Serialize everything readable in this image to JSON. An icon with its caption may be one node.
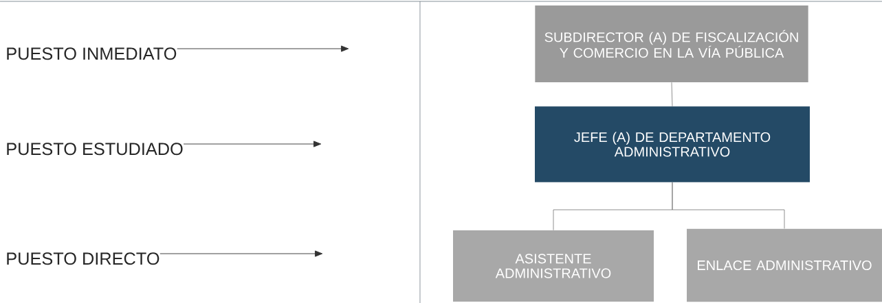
{
  "diagram": {
    "nodes": [
      {
        "text": [
          "PUESTO INMEDIATO"
        ]
      },
      {
        "text": [
          "PUESTO ESTUDIADO"
        ]
      },
      {
        "text": [
          "PUESTO DIRECTO"
        ]
      },
      {
        "text": [
          "SUBDIRECTOR (A) DE FISCALIZACIÓN Y COMERCIO EN LA VÍA PÚBLICA"
        ]
      },
      {
        "text": [
          "JEFE (A) DE DEPARTAMENTO ADMINISTRATIVO"
        ]
      },
      {
        "text": [
          "ASISTENTE ADMINISTRATIVO"
        ]
      },
      {
        "text": [
          "ENLACE ADMINISTRATIVO"
        ]
      }
    ],
    "edges": [
      {
        "from": 0,
        "to": null,
        "arrow": "to"
      },
      {
        "from": 1,
        "to": null,
        "arrow": "to"
      },
      {
        "from": 2,
        "to": null,
        "arrow": "to"
      },
      {
        "from": 3,
        "to": 4,
        "arrow": "none"
      },
      {
        "from": 4,
        "to": 5,
        "arrow": "none"
      },
      {
        "from": 4,
        "to": 6,
        "arrow": "none"
      }
    ]
  }
}
